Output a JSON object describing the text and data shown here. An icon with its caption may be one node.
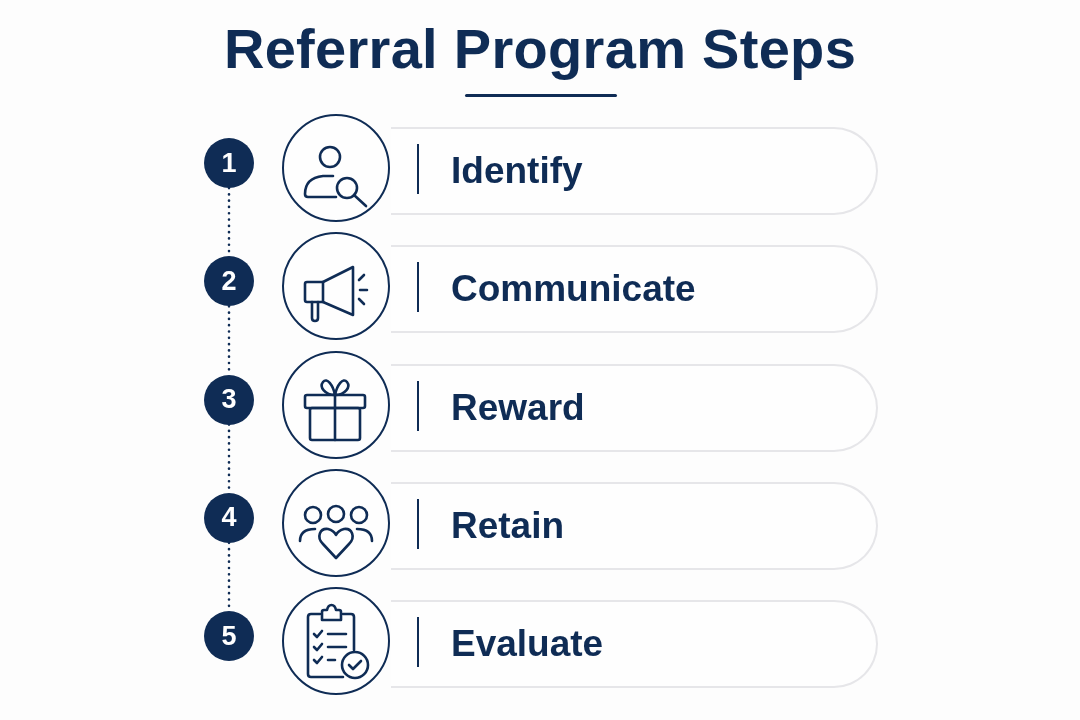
{
  "diagram": {
    "title": "Referral Program Steps",
    "nodes": [
      {
        "text": [
          "1"
        ]
      },
      {
        "text": [
          "Identify"
        ]
      },
      {
        "text": [
          "2"
        ]
      },
      {
        "text": [
          "Communicate"
        ]
      },
      {
        "text": [
          "3"
        ]
      },
      {
        "text": [
          "Reward"
        ]
      },
      {
        "text": [
          "4"
        ]
      },
      {
        "text": [
          "Retain"
        ]
      },
      {
        "text": [
          "5"
        ]
      },
      {
        "text": [
          "Evaluate"
        ]
      }
    ],
    "edges": [
      {
        "from": 0,
        "to": 2,
        "arrow": "none",
        "style": "dashed"
      },
      {
        "from": 2,
        "to": 4,
        "arrow": "none",
        "style": "dashed"
      },
      {
        "from": 4,
        "to": 6,
        "arrow": "none",
        "style": "dashed"
      },
      {
        "from": 6,
        "to": 8,
        "arrow": "none",
        "style": "dashed"
      }
    ]
  }
}
